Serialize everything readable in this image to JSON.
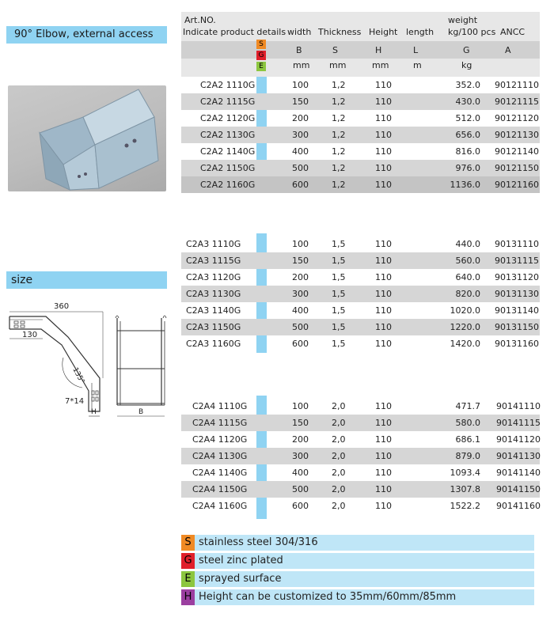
{
  "title": "90° Elbow, external access",
  "size_label": "size",
  "header": {
    "artno": "Art.NO.",
    "indicate": "Indicate product details",
    "width": "width",
    "thickness": "Thickness",
    "height": "Height",
    "length": "length",
    "weight": "weight",
    "weight_unit": "kg/100 pcs",
    "ancc": "ANCC",
    "sym_b": "B",
    "sym_s": "S",
    "sym_h": "H",
    "sym_l": "L",
    "sym_g": "G",
    "sym_a": "A",
    "unit_b": "mm",
    "unit_s": "mm",
    "unit_h": "mm",
    "unit_l": "m",
    "unit_g": "kg",
    "badge_s": "S",
    "badge_g": "G",
    "badge_e": "E"
  },
  "colors": {
    "s": "#f08a24",
    "g": "#e01f2b",
    "e": "#8cc63f",
    "h": "#9b3fa0",
    "accent": "#8fd3f2"
  },
  "table1": [
    {
      "art": "C2A2 1110G",
      "b": "100",
      "s": "1,2",
      "h": "110",
      "g": "352.0",
      "a": "90121110"
    },
    {
      "art": "C2A2 1115G",
      "b": "150",
      "s": "1,2",
      "h": "110",
      "g": "430.0",
      "a": "90121115"
    },
    {
      "art": "C2A2 1120G",
      "b": "200",
      "s": "1,2",
      "h": "110",
      "g": "512.0",
      "a": "90121120"
    },
    {
      "art": "C2A2 1130G",
      "b": "300",
      "s": "1,2",
      "h": "110",
      "g": "656.0",
      "a": "90121130"
    },
    {
      "art": "C2A2 1140G",
      "b": "400",
      "s": "1,2",
      "h": "110",
      "g": "816.0",
      "a": "90121140"
    },
    {
      "art": "C2A2 1150G",
      "b": "500",
      "s": "1,2",
      "h": "110",
      "g": "976.0",
      "a": "90121150"
    },
    {
      "art": "C2A2 1160G",
      "b": "600",
      "s": "1,2",
      "h": "110",
      "g": "1136.0",
      "a": "90121160"
    }
  ],
  "table2": [
    {
      "art": "C2A3 1110G",
      "b": "100",
      "s": "1,5",
      "h": "110",
      "g": "440.0",
      "a": "90131110"
    },
    {
      "art": "C2A3 1115G",
      "b": "150",
      "s": "1,5",
      "h": "110",
      "g": "560.0",
      "a": "90131115"
    },
    {
      "art": "C2A3 1120G",
      "b": "200",
      "s": "1,5",
      "h": "110",
      "g": "640.0",
      "a": "90131120"
    },
    {
      "art": "C2A3 1130G",
      "b": "300",
      "s": "1,5",
      "h": "110",
      "g": "820.0",
      "a": "90131130"
    },
    {
      "art": "C2A3 1140G",
      "b": "400",
      "s": "1,5",
      "h": "110",
      "g": "1020.0",
      "a": "90131140"
    },
    {
      "art": "C2A3 1150G",
      "b": "500",
      "s": "1,5",
      "h": "110",
      "g": "1220.0",
      "a": "90131150"
    },
    {
      "art": "C2A3 1160G",
      "b": "600",
      "s": "1,5",
      "h": "110",
      "g": "1420.0",
      "a": "90131160"
    }
  ],
  "table3": [
    {
      "art": "C2A4 1110G",
      "b": "100",
      "s": "2,0",
      "h": "110",
      "g": "471.7",
      "a": "90141110"
    },
    {
      "art": "C2A4 1115G",
      "b": "150",
      "s": "2,0",
      "h": "110",
      "g": "580.0",
      "a": "90141115"
    },
    {
      "art": "C2A4 1120G",
      "b": "200",
      "s": "2,0",
      "h": "110",
      "g": "686.1",
      "a": "90141120"
    },
    {
      "art": "C2A4 1130G",
      "b": "300",
      "s": "2,0",
      "h": "110",
      "g": "879.0",
      "a": "90141130"
    },
    {
      "art": "C2A4 1140G",
      "b": "400",
      "s": "2,0",
      "h": "110",
      "g": "1093.4",
      "a": "90141140"
    },
    {
      "art": "C2A4 1150G",
      "b": "500",
      "s": "2,0",
      "h": "110",
      "g": "1307.8",
      "a": "90141150"
    },
    {
      "art": "C2A4 1160G",
      "b": "600",
      "s": "2,0",
      "h": "110",
      "g": "1522.2",
      "a": "90141160"
    }
  ],
  "drawing": {
    "dim_360": "360",
    "dim_130": "130",
    "dim_135": "135°",
    "dim_hole": "7*14",
    "dim_h": "H",
    "dim_b": "B"
  },
  "legend": [
    {
      "code": "S",
      "text": "stainless steel 304/316"
    },
    {
      "code": "G",
      "text": "steel zinc plated"
    },
    {
      "code": "E",
      "text": "sprayed surface"
    },
    {
      "code": "H",
      "text": "Height can be customized to 35mm/60mm/85mm"
    }
  ]
}
